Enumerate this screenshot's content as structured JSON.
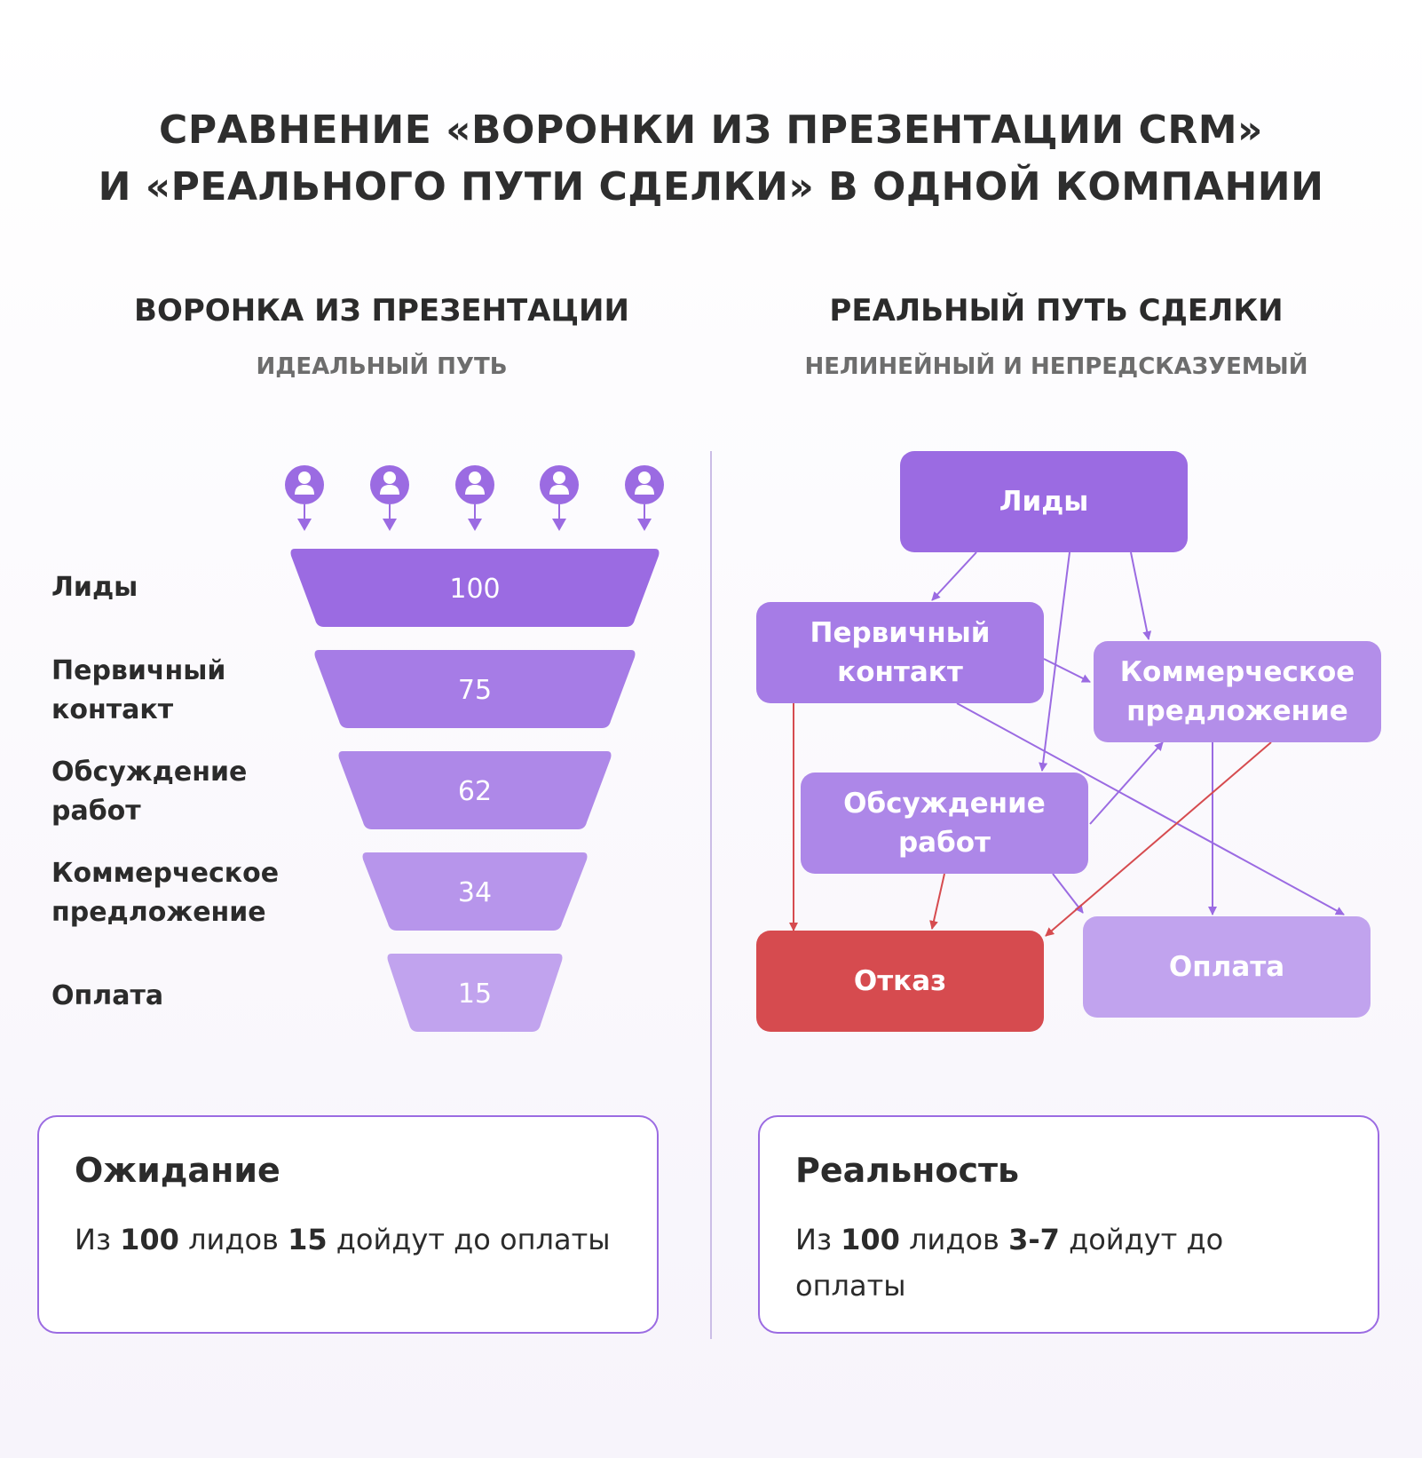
{
  "title": {
    "line1": "СРАВНЕНИЕ «ВОРОНКИ ИЗ ПРЕЗЕНТАЦИИ CRM»",
    "line2": "И «РЕАЛЬНОГО ПУТИ СДЕЛКИ» В ОДНОЙ КОМПАНИИ"
  },
  "left": {
    "heading": "ВОРОНКА ИЗ ПРЕЗЕНТАЦИИ",
    "subheading": "ИДЕАЛЬНЫЙ ПУТЬ",
    "stages": [
      {
        "label": "Лиды",
        "value": "100",
        "color": "#9b6be2"
      },
      {
        "label": "Первичный\nконтакт",
        "value": "75",
        "color": "#a67ce6"
      },
      {
        "label": "Обсуждение\nработ",
        "value": "62",
        "color": "#ae88e8"
      },
      {
        "label": "Коммерческое\nпредложение",
        "value": "34",
        "color": "#b795eb"
      },
      {
        "label": "Оплата",
        "value": "15",
        "color": "#c1a3ee"
      }
    ],
    "person_icon_color": "#9b6be2"
  },
  "right": {
    "heading": "РЕАЛЬНЫЙ ПУТЬ СДЕЛКИ",
    "subheading": "НЕЛИНЕЙНЫЙ И НЕПРЕДСКАЗУЕМЫЙ",
    "nodes": {
      "leads": {
        "label": "Лиды",
        "color": "#9b6be2"
      },
      "contact": {
        "label": "Первичный\nконтакт",
        "color": "#a67ce6"
      },
      "offer": {
        "label": "Коммерческое\nпредложение",
        "color": "#b38ee9"
      },
      "discussion": {
        "label": "Обсуждение\nработ",
        "color": "#ad87e8"
      },
      "refusal": {
        "label": "Отказ",
        "color": "#d64b4f"
      },
      "payment": {
        "label": "Оплата",
        "color": "#c1a3ee"
      }
    },
    "arrow_color": "#9b6be2",
    "refusal_arrow_color": "#d64b4f"
  },
  "cards": {
    "expectation": {
      "title": "Ожидание",
      "pre": "Из ",
      "n1": "100",
      "mid": " лидов ",
      "n2": "15",
      "post": " дойдут до оплаты"
    },
    "reality": {
      "title": "Реальность",
      "pre": "Из ",
      "n1": "100",
      "mid": " лидов ",
      "n2": "3-7",
      "post": " дойдут до оплаты"
    }
  }
}
